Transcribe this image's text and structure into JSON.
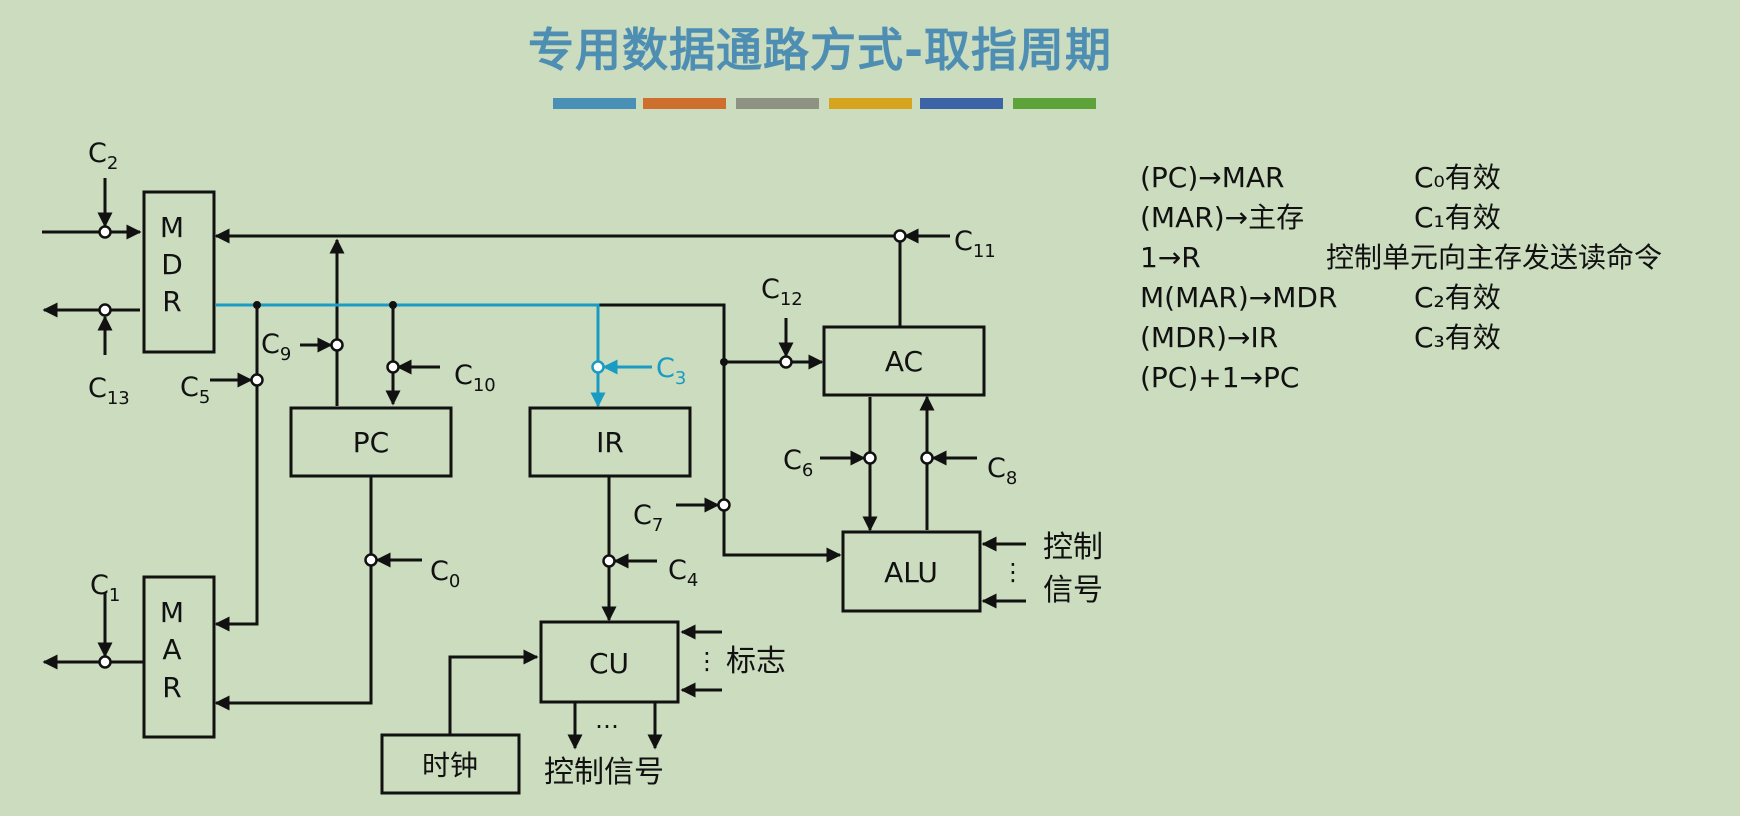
{
  "title": "专用数据通路方式-取指周期",
  "colors": {
    "background": "#cbdcbf",
    "title": "#4f8eb3",
    "highlight": "#1a9bc4",
    "line": "#111111",
    "title_bars": [
      "#4a8fb5",
      "#cf6f2e",
      "#8d9282",
      "#d6a41f",
      "#3c63a6",
      "#5ea33a"
    ]
  },
  "steps": [
    {
      "op": "(PC)→MAR",
      "desc": "C₀有效"
    },
    {
      "op": "(MAR)→主存",
      "desc": "C₁有效"
    },
    {
      "op": "1→R",
      "desc": "控制单元向主存发送读命令"
    },
    {
      "op": "M(MAR)→MDR",
      "desc": "C₂有效"
    },
    {
      "op": "(MDR)→IR",
      "desc": "C₃有效"
    },
    {
      "op": "(PC)+1→PC",
      "desc": ""
    }
  ],
  "diagram": {
    "mdr": [
      "M",
      "D",
      "R"
    ],
    "mar": [
      "M",
      "A",
      "R"
    ],
    "pc": "PC",
    "ir": "IR",
    "ac": "AC",
    "alu": "ALU",
    "cu": "CU",
    "clock": "时钟",
    "alu_ctrl": [
      "控制",
      "信号"
    ],
    "flags": "标志",
    "cu_out": "控制信号",
    "dots": "⋮",
    "hdots": "…",
    "signals": {
      "c0": {
        "base": "C",
        "sub": "0"
      },
      "c1": {
        "base": "C",
        "sub": "1"
      },
      "c2": {
        "base": "C",
        "sub": "2"
      },
      "c3": {
        "base": "C",
        "sub": "3"
      },
      "c4": {
        "base": "C",
        "sub": "4"
      },
      "c5": {
        "base": "C",
        "sub": "5"
      },
      "c6": {
        "base": "C",
        "sub": "6"
      },
      "c7": {
        "base": "C",
        "sub": "7"
      },
      "c8": {
        "base": "C",
        "sub": "8"
      },
      "c9": {
        "base": "C",
        "sub": "9"
      },
      "c10": {
        "base": "C",
        "sub": "10"
      },
      "c11": {
        "base": "C",
        "sub": "11"
      },
      "c12": {
        "base": "C",
        "sub": "12"
      },
      "c13": {
        "base": "C",
        "sub": "13"
      }
    }
  }
}
